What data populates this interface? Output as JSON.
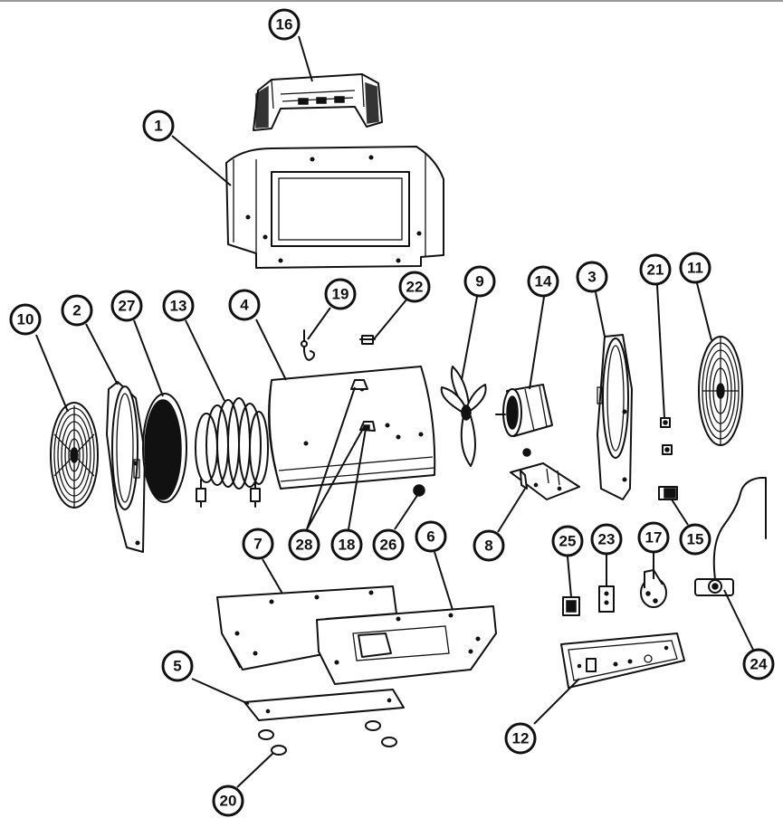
{
  "parts": [
    {
      "id": "16",
      "label": "16"
    },
    {
      "id": "1",
      "label": "1"
    },
    {
      "id": "10",
      "label": "10"
    },
    {
      "id": "2",
      "label": "2"
    },
    {
      "id": "27",
      "label": "27"
    },
    {
      "id": "13",
      "label": "13"
    },
    {
      "id": "4",
      "label": "4"
    },
    {
      "id": "19",
      "label": "19"
    },
    {
      "id": "22",
      "label": "22"
    },
    {
      "id": "9",
      "label": "9"
    },
    {
      "id": "14",
      "label": "14"
    },
    {
      "id": "3",
      "label": "3"
    },
    {
      "id": "21",
      "label": "21"
    },
    {
      "id": "11",
      "label": "11"
    },
    {
      "id": "28",
      "label": "28"
    },
    {
      "id": "18",
      "label": "18"
    },
    {
      "id": "26",
      "label": "26"
    },
    {
      "id": "8",
      "label": "8"
    },
    {
      "id": "25",
      "label": "25"
    },
    {
      "id": "23",
      "label": "23"
    },
    {
      "id": "17",
      "label": "17"
    },
    {
      "id": "15",
      "label": "15"
    },
    {
      "id": "7",
      "label": "7"
    },
    {
      "id": "6",
      "label": "6"
    },
    {
      "id": "24",
      "label": "24"
    },
    {
      "id": "5",
      "label": "5"
    },
    {
      "id": "12",
      "label": "12"
    },
    {
      "id": "20",
      "label": "20"
    }
  ]
}
